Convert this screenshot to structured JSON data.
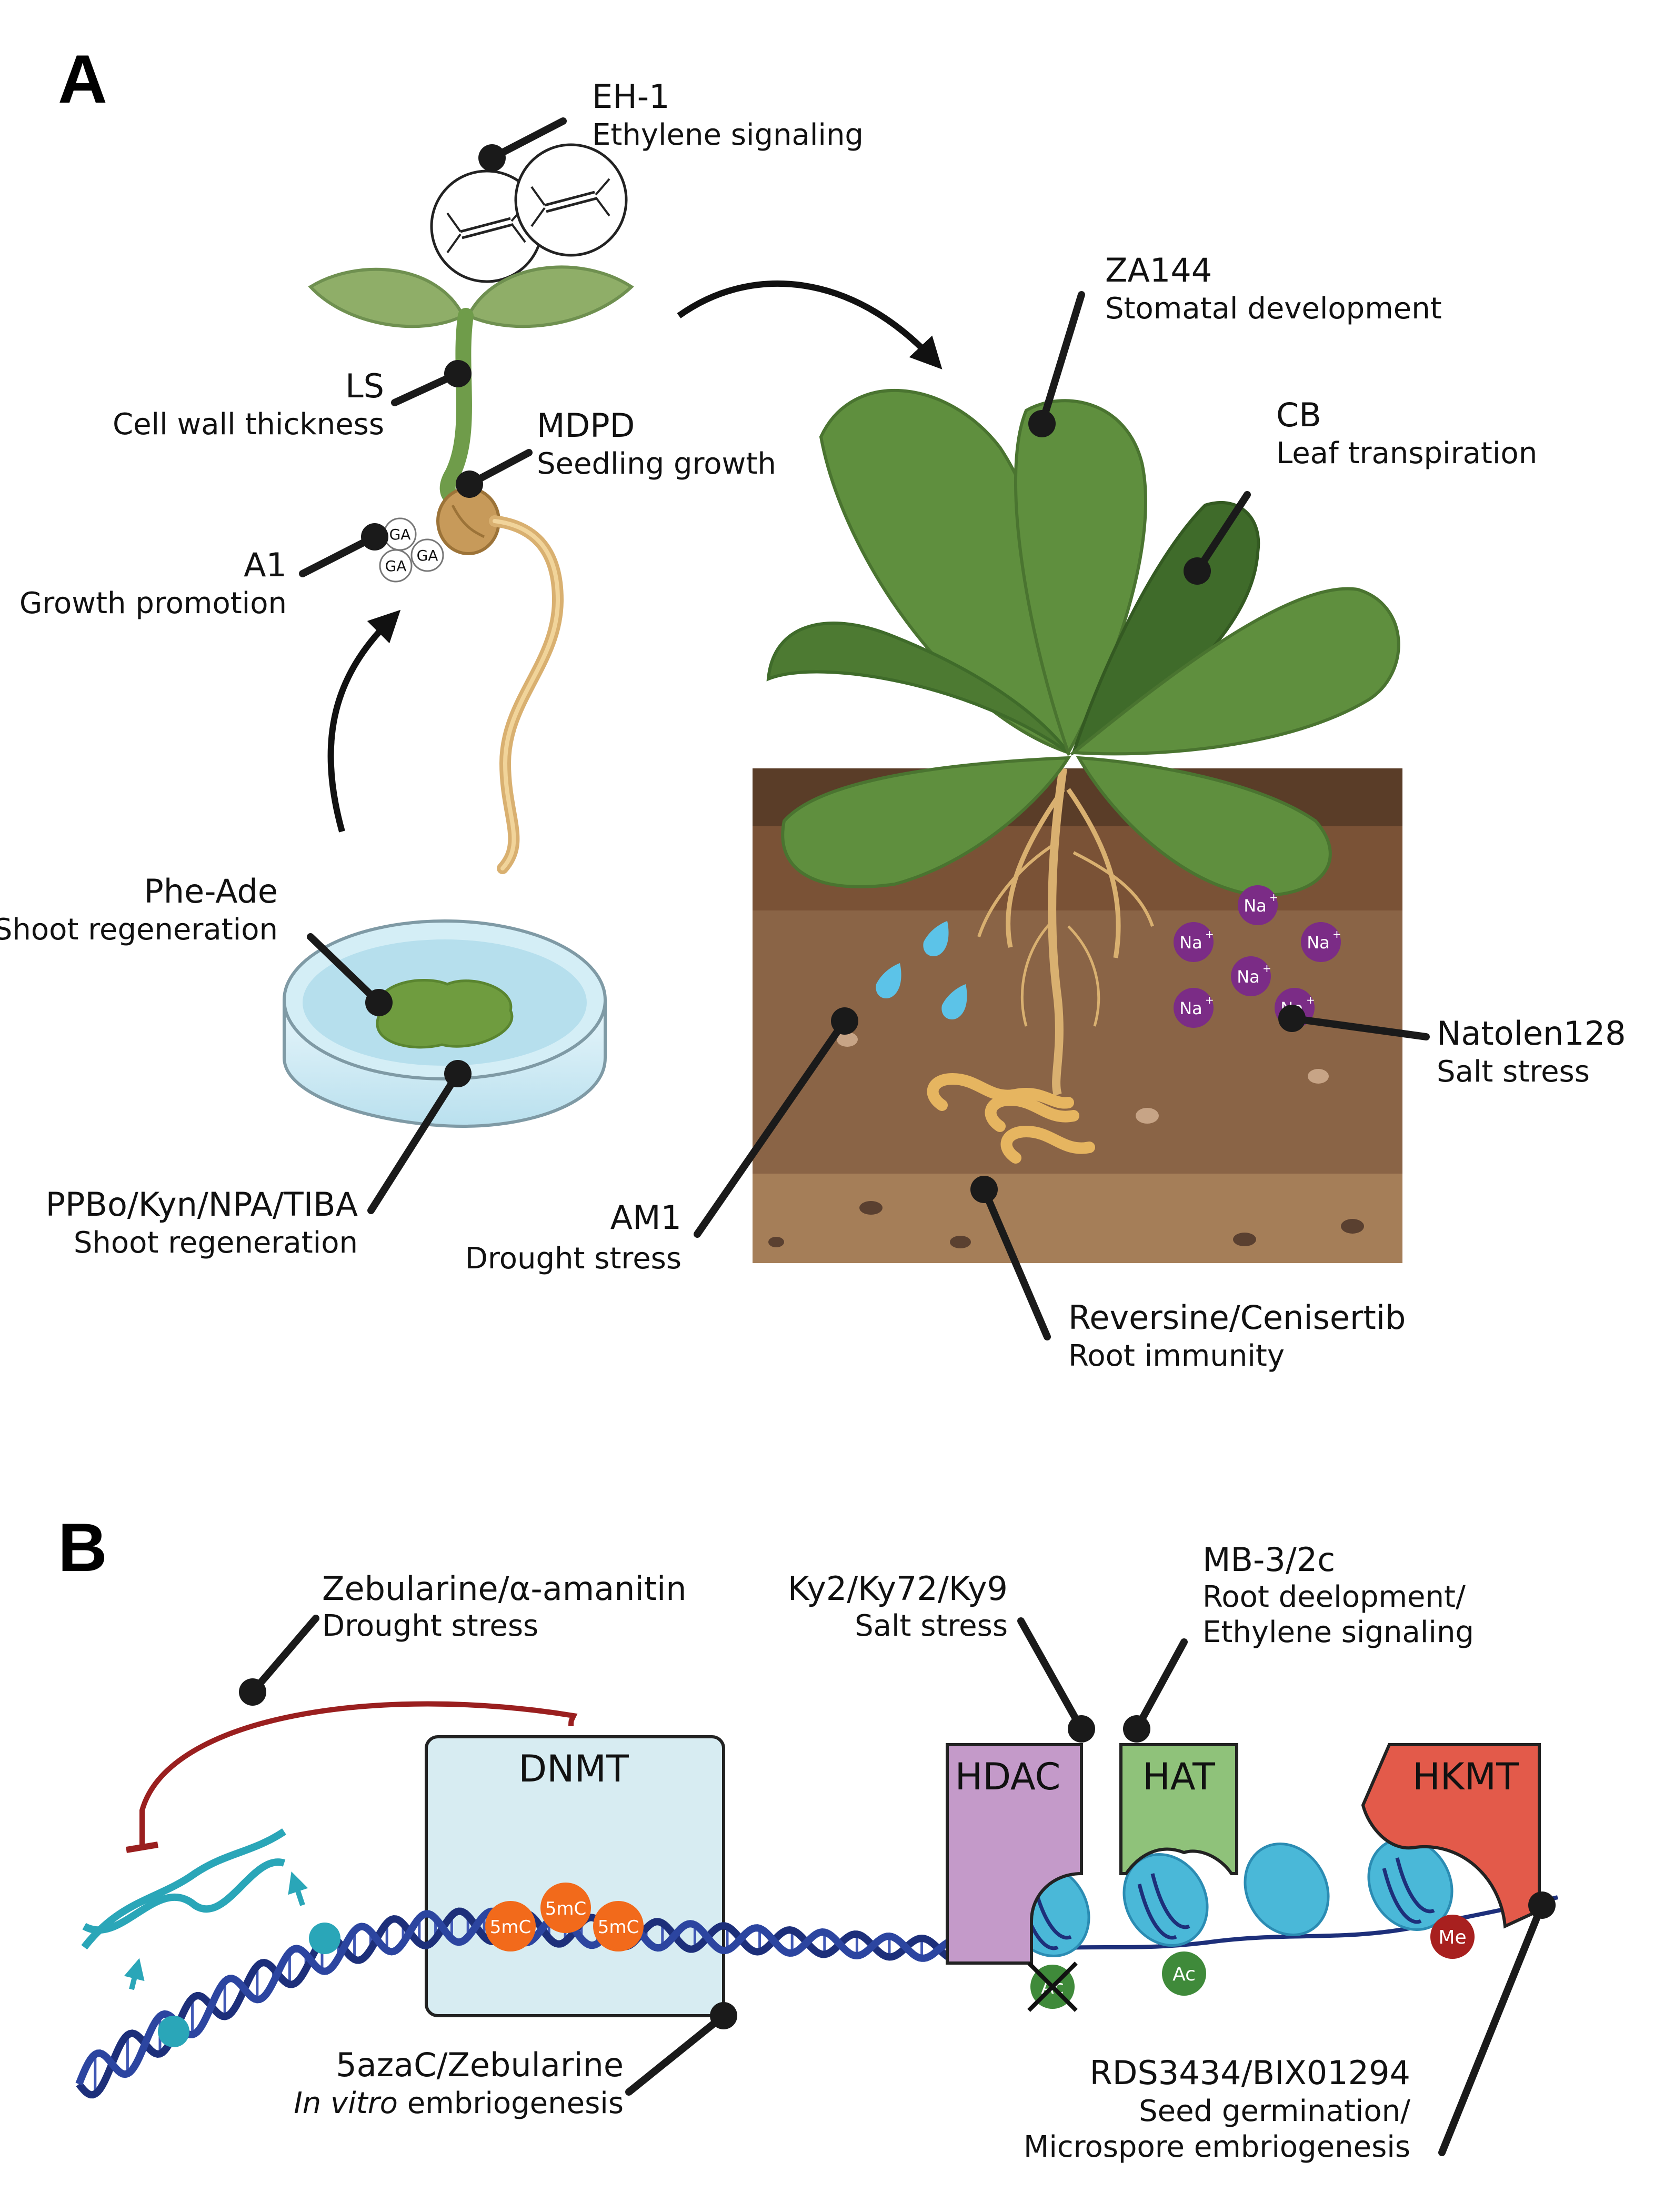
{
  "panel_a": {
    "letter": "A",
    "labels": {
      "eh1": {
        "name": "EH-1",
        "desc": "Ethylene signaling"
      },
      "ls": {
        "name": "LS",
        "desc": "Cell wall thickness"
      },
      "mdpd": {
        "name": "MDPD",
        "desc": "Seedling growth"
      },
      "a1": {
        "name": "A1",
        "desc": "Growth promotion"
      },
      "phe_ade": {
        "name": "Phe-Ade",
        "desc": "Shoot regeneration"
      },
      "ppbo": {
        "name": "PPBo/Kyn/NPA/TIBA",
        "desc": "Shoot regeneration"
      },
      "za144": {
        "name": "ZA144",
        "desc": "Stomatal development"
      },
      "cb": {
        "name": "CB",
        "desc": "Leaf transpiration"
      },
      "natolen": {
        "name": "Natolen128",
        "desc": "Salt stress"
      },
      "am1": {
        "name": "AM1",
        "desc": "Drought stress"
      },
      "reversine": {
        "name": "Reversine/Cenisertib",
        "desc": "Root immunity"
      }
    },
    "ga_label": "GA",
    "na_label": "Na",
    "na_charge": "+"
  },
  "panel_b": {
    "letter": "B",
    "enzymes": {
      "dnmt": "DNMT",
      "hdac": "HDAC",
      "hat": "HAT",
      "hkmt": "HKMT"
    },
    "marks": {
      "methyl_c": "5mC",
      "acetyl": "Ac",
      "methyl": "Me"
    },
    "labels": {
      "zebularine_amanitin": {
        "name": "Zebularine/α-amanitin",
        "desc": "Drought stress"
      },
      "ky": {
        "name": "Ky2/Ky72/Ky9",
        "desc": "Salt stress"
      },
      "mb3": {
        "name": "MB-3/2c",
        "desc1": "Root deelopment/",
        "desc2": "Ethylene signaling"
      },
      "azac": {
        "name": "5azaC/Zebularine",
        "desc_italic": "In vitro",
        "desc_rest": " embriogenesis"
      },
      "rds": {
        "name": "RDS3434/BIX01294",
        "desc1": "Seed germination/",
        "desc2": "Microspore embriogenesis"
      }
    }
  },
  "colors": {
    "leaf": "#5f8f3e",
    "leaf_dark": "#3f6b2a",
    "soil_top": "#5a3d28",
    "soil_mid": "#8a6446",
    "soil_low": "#a57e58",
    "root": "#d9b070",
    "dnmt_box": "#d7ecf2",
    "hdac": "#c49ac9",
    "hat": "#8fc27a",
    "hkmt": "#e35a4a",
    "methyl_c": "#f26a1b",
    "nucleosome": "#4ab8d8",
    "dna_dark": "#1d2f7a",
    "dna_light": "#2aa6b8",
    "inhibition": "#9a1f1f",
    "na_ion": "#7b2c86",
    "water": "#5cc3e8"
  }
}
